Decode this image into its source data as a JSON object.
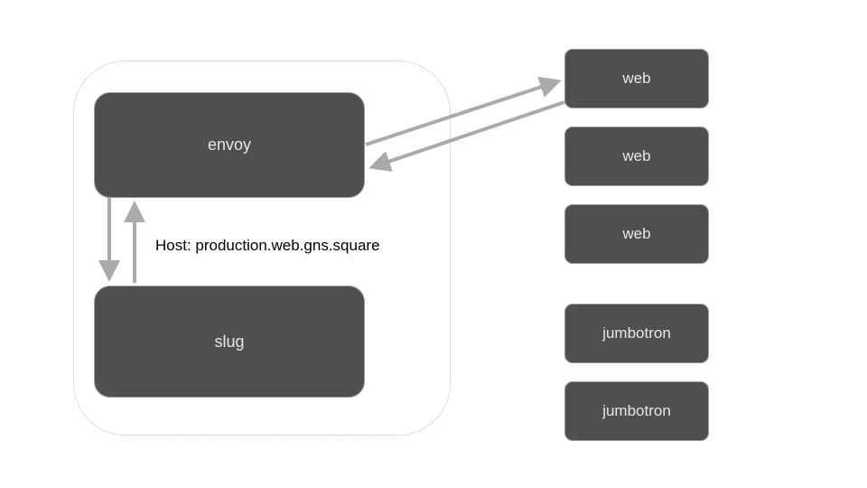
{
  "nodes": {
    "envoy": "envoy",
    "slug": "slug",
    "web": [
      "web",
      "web",
      "web"
    ],
    "jumbotron": [
      "jumbotron",
      "jumbotron"
    ]
  },
  "labels": {
    "host_header": "Host: production.web.gns.square"
  },
  "colors": {
    "node_fill": "#4f4f4f",
    "node_text": "#e6e6e6",
    "arrow": "#aaaaaa",
    "pod_border": "#b8b8b8"
  }
}
